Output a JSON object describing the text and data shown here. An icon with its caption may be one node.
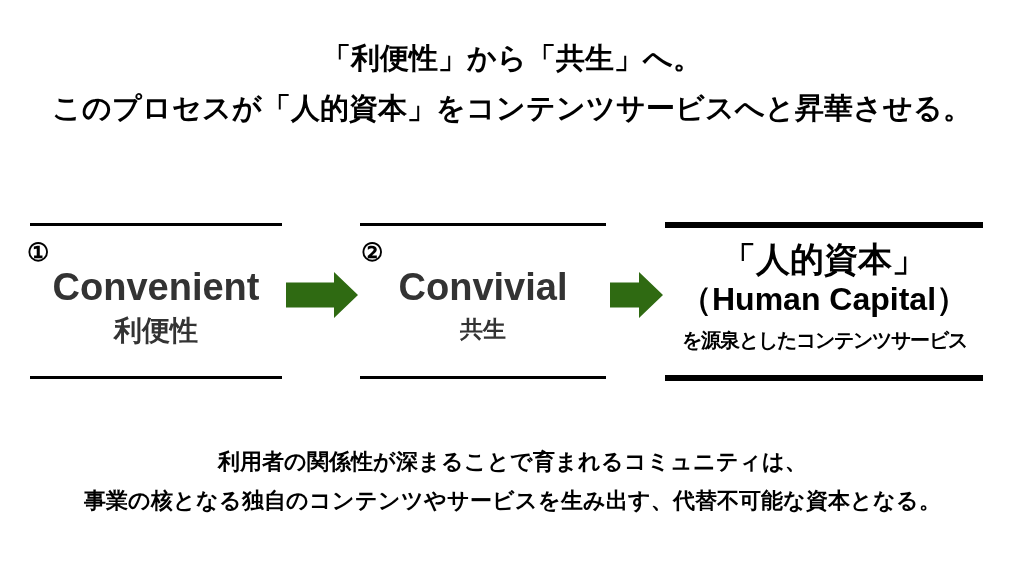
{
  "diagram": {
    "title": "「利便性」から「共生」へ。このプロセスが「人的資本」をコンテンツサービスへと昇華させる。",
    "caption": "利用者の関係性が深まることで育まれるコミュニティは、事業の核となる独自のコンテンツやサービスを生み出す、代替不可能な資本となる。",
    "nodes": [
      {
        "text": [
          "①",
          "Convenient",
          "利便性"
        ]
      },
      {
        "text": [
          "②",
          "Convivial",
          "共生"
        ]
      },
      {
        "text": [
          "「人的資本」",
          "（Human Capital）",
          "を源泉としたコンテンツサービス"
        ]
      }
    ],
    "edges": [
      {
        "from": 0,
        "to": 1,
        "arrow": "to"
      },
      {
        "from": 1,
        "to": 2,
        "arrow": "to"
      }
    ]
  }
}
